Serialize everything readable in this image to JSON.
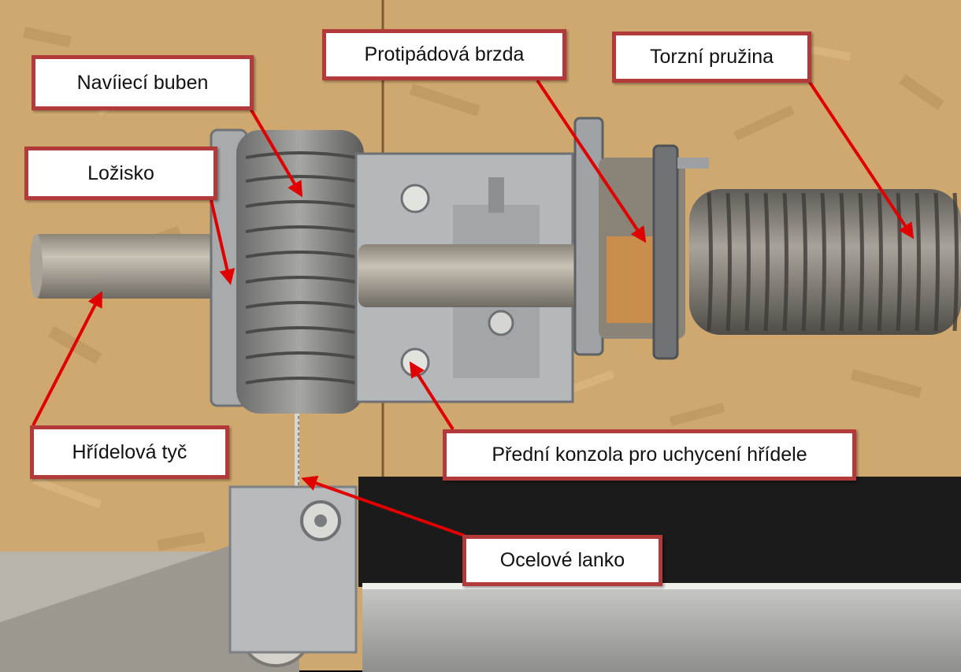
{
  "labels": {
    "winding_drum": "Navíiecí buben",
    "anti_fall_brake": "Protipádová brzda",
    "torsion_spring": "Torzní pružina",
    "bearing": "Ložisko",
    "shaft_rod": "Hřídelová tyč",
    "front_bracket": "Přední konzola pro uchycení hřídele",
    "steel_cable": "Ocelové lanko"
  },
  "colors": {
    "label_border": "#b23a3a",
    "arrow": "#e00000"
  }
}
